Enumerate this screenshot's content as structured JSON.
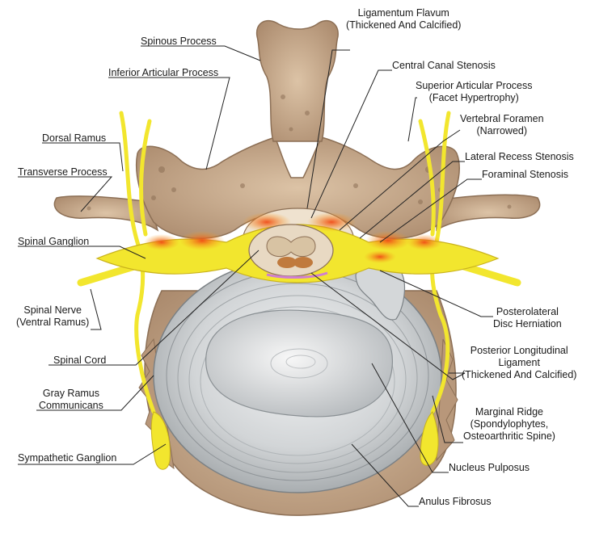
{
  "labels": {
    "spinous_process": "Spinous Process",
    "inferior_articular_process": "Inferior Articular Process",
    "dorsal_ramus": "Dorsal Ramus",
    "transverse_process": "Transverse Process",
    "spinal_ganglion": "Spinal Ganglion",
    "spinal_nerve": [
      "Spinal Nerve",
      "(Ventral Ramus)"
    ],
    "spinal_cord": "Spinal Cord",
    "gray_ramus": [
      "Gray Ramus",
      "Communicans"
    ],
    "sympathetic_ganglion": "Sympathetic Ganglion",
    "ligamentum_flavum": [
      "Ligamentum Flavum",
      "(Thickened And Calcified)"
    ],
    "central_canal_stenosis": "Central Canal Stenosis",
    "superior_articular_process": [
      "Superior Articular Process",
      "(Facet Hypertrophy)"
    ],
    "vertebral_foramen": [
      "Vertebral Foramen",
      "(Narrowed)"
    ],
    "lateral_recess_stenosis": "Lateral Recess Stenosis",
    "foraminal_stenosis": "Foraminal Stenosis",
    "posterolateral_herniation": [
      "Posterolateral",
      "Disc Herniation"
    ],
    "posterior_longitudinal_ligament": [
      "Posterior Longitudinal",
      "Ligament",
      "(Thickened And Calcified)"
    ],
    "marginal_ridge": [
      "Marginal Ridge",
      "(Spondylophytes,",
      "Osteoarthritic Spine)"
    ],
    "nucleus_pulposus": "Nucleus Pulposus",
    "anulus_fibrosus": "Anulus Fibrosus"
  },
  "colors": {
    "bone": "#c9ab8c",
    "bone_dark": "#8c6f55",
    "nerve": "#f2e62e",
    "inflamed": "#f26a1f",
    "disc": "#d9dbdc",
    "line": "#222222"
  }
}
